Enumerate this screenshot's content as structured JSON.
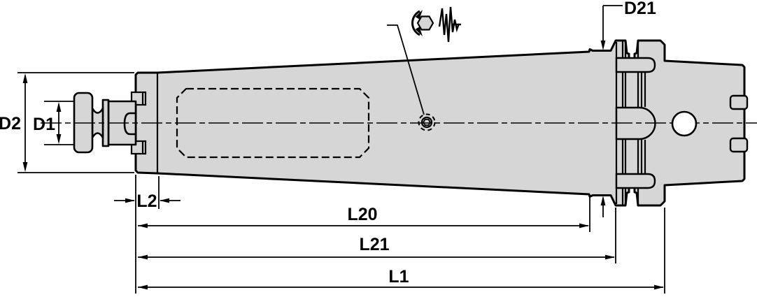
{
  "drawing": {
    "kind": "technical-dimension-drawing",
    "colors": {
      "body_fill": "#d6d6d6",
      "line": "#000000",
      "background": "#ffffff"
    },
    "labels": {
      "d2": "D2",
      "d1": "D1",
      "l2": "L2",
      "l20": "L20",
      "l21": "L21",
      "l1": "L1",
      "d21": "D21"
    },
    "icons": [
      "hex-nut-icon",
      "rotation-arrows-icon",
      "vibration-wave-icon",
      "set-screw-hole-icon"
    ]
  }
}
